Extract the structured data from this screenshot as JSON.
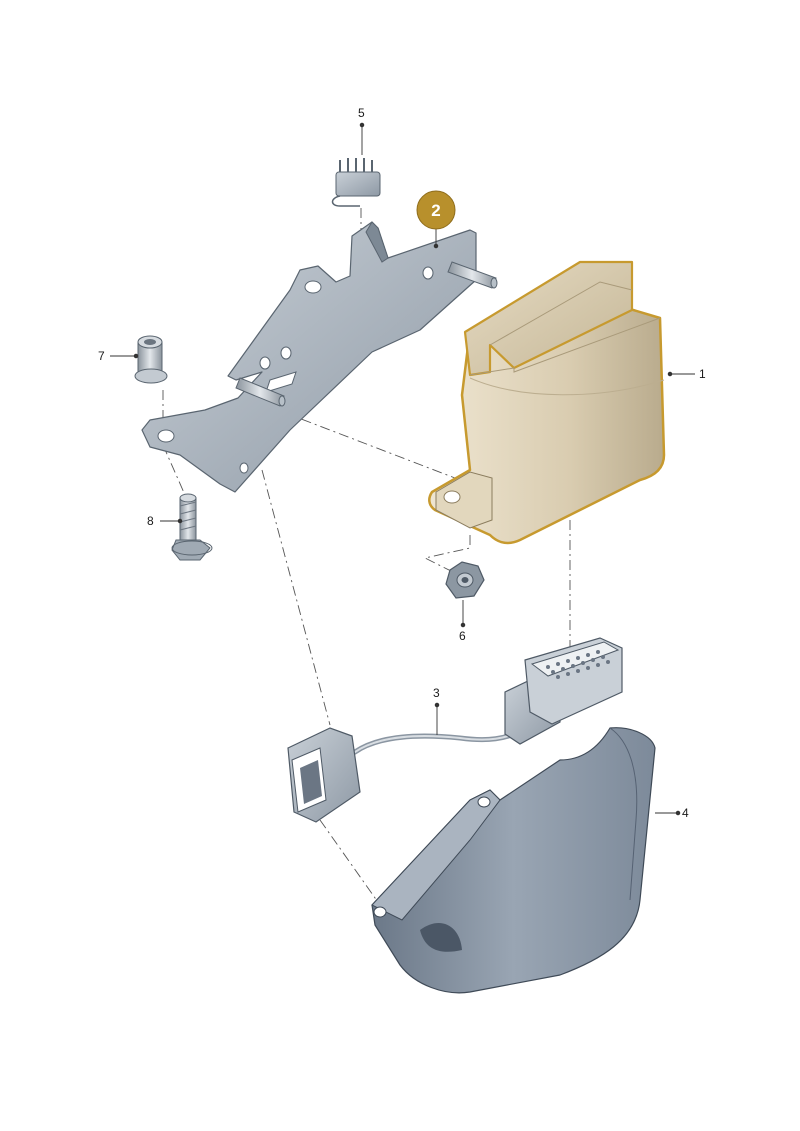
{
  "diagram": {
    "callouts": {
      "c1": "1",
      "c2": "2",
      "c3": "3",
      "c4": "4",
      "c5": "5",
      "c6": "6",
      "c7": "7",
      "c8": "8"
    },
    "colors": {
      "highlight_badge": "#b8902c",
      "highlight_outline": "#c79a2f",
      "control_unit_fill": "#d8ccb0",
      "metal_part_fill": "#a9b3bd",
      "cover_fill": "#8896a6",
      "leader_line": "#333333"
    },
    "parts": [
      {
        "callout": "1",
        "icon": "control-unit"
      },
      {
        "callout": "2",
        "icon": "mounting-bracket",
        "highlighted": true
      },
      {
        "callout": "3",
        "icon": "sensor-with-cable"
      },
      {
        "callout": "4",
        "icon": "cover"
      },
      {
        "callout": "5",
        "icon": "connector-clip"
      },
      {
        "callout": "6",
        "icon": "nut"
      },
      {
        "callout": "7",
        "icon": "rivet-nut"
      },
      {
        "callout": "8",
        "icon": "bolt"
      }
    ]
  }
}
